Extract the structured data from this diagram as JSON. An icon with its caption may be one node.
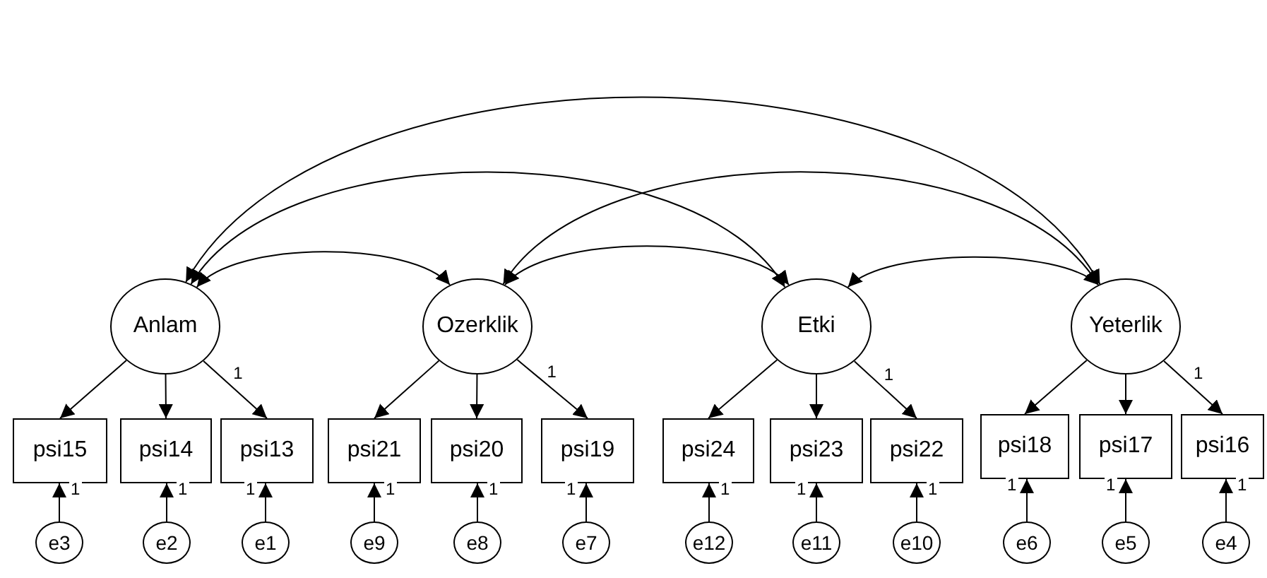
{
  "diagram": {
    "nodes": [
      {
        "text": [
          "Anlam"
        ]
      },
      {
        "text": [
          "Ozerklik"
        ]
      },
      {
        "text": [
          "Etki"
        ]
      },
      {
        "text": [
          "Yeterlik"
        ]
      },
      {
        "text": [
          "psi15"
        ]
      },
      {
        "text": [
          "psi14"
        ]
      },
      {
        "text": [
          "psi13"
        ]
      },
      {
        "text": [
          "psi21"
        ]
      },
      {
        "text": [
          "psi20"
        ]
      },
      {
        "text": [
          "psi19"
        ]
      },
      {
        "text": [
          "psi24"
        ]
      },
      {
        "text": [
          "psi23"
        ]
      },
      {
        "text": [
          "psi22"
        ]
      },
      {
        "text": [
          "psi18"
        ]
      },
      {
        "text": [
          "psi17"
        ]
      },
      {
        "text": [
          "psi16"
        ]
      },
      {
        "text": [
          "e3"
        ]
      },
      {
        "text": [
          "e2"
        ]
      },
      {
        "text": [
          "e1"
        ]
      },
      {
        "text": [
          "e9"
        ]
      },
      {
        "text": [
          "e8"
        ]
      },
      {
        "text": [
          "e7"
        ]
      },
      {
        "text": [
          "e12"
        ]
      },
      {
        "text": [
          "e11"
        ]
      },
      {
        "text": [
          "e10"
        ]
      },
      {
        "text": [
          "e6"
        ]
      },
      {
        "text": [
          "e5"
        ]
      },
      {
        "text": [
          "e4"
        ]
      }
    ],
    "edges": [
      {
        "from": 0,
        "to": 4,
        "arrow": "to"
      },
      {
        "from": 0,
        "to": 5,
        "arrow": "to"
      },
      {
        "from": 0,
        "to": 6,
        "arrow": "to",
        "label": "1"
      },
      {
        "from": 1,
        "to": 7,
        "arrow": "to"
      },
      {
        "from": 1,
        "to": 8,
        "arrow": "to"
      },
      {
        "from": 1,
        "to": 9,
        "arrow": "to",
        "label": "1"
      },
      {
        "from": 2,
        "to": 10,
        "arrow": "to"
      },
      {
        "from": 2,
        "to": 11,
        "arrow": "to"
      },
      {
        "from": 2,
        "to": 12,
        "arrow": "to",
        "label": "1"
      },
      {
        "from": 3,
        "to": 13,
        "arrow": "to"
      },
      {
        "from": 3,
        "to": 14,
        "arrow": "to"
      },
      {
        "from": 3,
        "to": 15,
        "arrow": "to",
        "label": "1"
      },
      {
        "from": 16,
        "to": 4,
        "arrow": "to",
        "label": "1"
      },
      {
        "from": 17,
        "to": 5,
        "arrow": "to",
        "label": "1"
      },
      {
        "from": 18,
        "to": 6,
        "arrow": "to",
        "label": "1"
      },
      {
        "from": 19,
        "to": 7,
        "arrow": "to",
        "label": "1"
      },
      {
        "from": 20,
        "to": 8,
        "arrow": "to",
        "label": "1"
      },
      {
        "from": 21,
        "to": 9,
        "arrow": "to",
        "label": "1"
      },
      {
        "from": 22,
        "to": 10,
        "arrow": "to",
        "label": "1"
      },
      {
        "from": 23,
        "to": 11,
        "arrow": "to",
        "label": "1"
      },
      {
        "from": 24,
        "to": 12,
        "arrow": "to",
        "label": "1"
      },
      {
        "from": 25,
        "to": 13,
        "arrow": "to",
        "label": "1"
      },
      {
        "from": 26,
        "to": 14,
        "arrow": "to",
        "label": "1"
      },
      {
        "from": 27,
        "to": 15,
        "arrow": "to",
        "label": "1"
      },
      {
        "from": 0,
        "to": 1,
        "arrow": "both"
      },
      {
        "from": 0,
        "to": 2,
        "arrow": "both"
      },
      {
        "from": 0,
        "to": 3,
        "arrow": "both"
      },
      {
        "from": 1,
        "to": 2,
        "arrow": "both"
      },
      {
        "from": 1,
        "to": 3,
        "arrow": "both"
      },
      {
        "from": 2,
        "to": 3,
        "arrow": "both"
      }
    ]
  }
}
